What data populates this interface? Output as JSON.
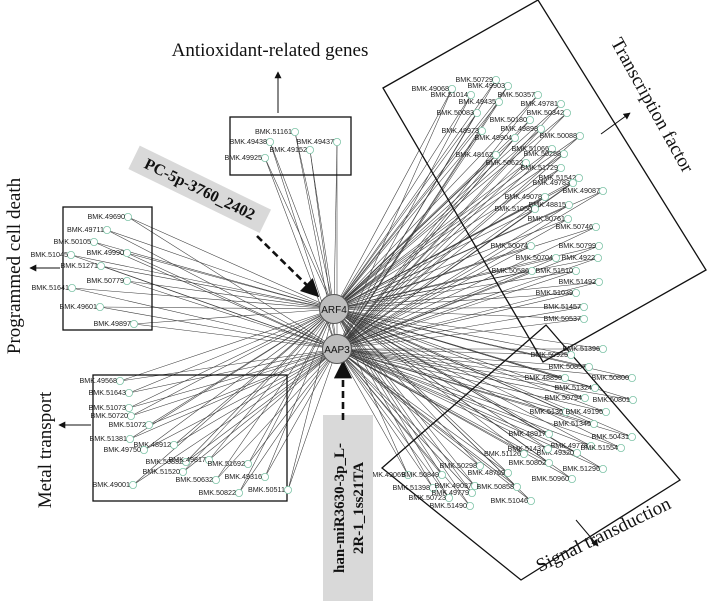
{
  "hubs": {
    "arf4": "ARF4",
    "aap3": "AAP3"
  },
  "mirnas": {
    "pc": "PC-5p-3760_2402",
    "han_line1": "han-miR3630-3p_L-",
    "han_line2": "2R-1_1ss21TA"
  },
  "groups": {
    "antioxidant": {
      "title": "Antioxidant-related genes",
      "genes": [
        "BMK.51161",
        "BMK.49438",
        "BMK.49437",
        "BMK.49152",
        "BMK.49925"
      ]
    },
    "programmed": {
      "title": "Programmed cell death",
      "genes": [
        "BMK.49690",
        "BMK.49711",
        "BMK.50105",
        "BMK.49990",
        "BMK.51045",
        "BMK.51271",
        "BMK.50779",
        "BMK.51641",
        "BMK.49601",
        "BMK.49897"
      ]
    },
    "metal": {
      "title": "Metal transport",
      "genes": [
        "BMK.49568",
        "BMK.51643",
        "BMK.51073",
        "BMK.50720",
        "BMK.51072",
        "BMK.51381",
        "BMK.48912",
        "BMK.49750",
        "BMK.50832",
        "BMK.49817",
        "BMK.51520",
        "BMK.51692",
        "BMK.50632",
        "BMK.49001",
        "BMK.49316",
        "BMK.50822",
        "BMK.50511"
      ]
    },
    "transcription": {
      "title": "Transcription factor",
      "genes": [
        "BMK.50729",
        "BMK.49903",
        "BMK.49068",
        "BMK.51014",
        "BMK.50357",
        "BMK.49435",
        "BMK.50083",
        "BMK.49781",
        "BMK.50180",
        "BMK.50342",
        "BMK.48973",
        "BMK.49898",
        "BMK.49904",
        "BMK.50088",
        "BMK.48162",
        "BMK.51066",
        "BMK.50258",
        "BMK.50622",
        "BMK.51729",
        "BMK.51542",
        "BMK.49783",
        "BMK.49087",
        "BMK.49078",
        "BMK.48815",
        "BMK.51050",
        "BMK.50761",
        "BMK.50746",
        "BMK.50074",
        "BMK.50799",
        "BMK.50704",
        "BMK.4922",
        "BMK.50586",
        "BMK.51510",
        "BMK.51492",
        "BMK.51039",
        "BMK.51457",
        "BMK.50537"
      ]
    },
    "signal": {
      "title": "Signal transduction",
      "genes": [
        "BMK.51396",
        "BMK.50925",
        "BMK.50857",
        "BMK.48890",
        "BMK.50800",
        "BMK.51324",
        "BMK.50794",
        "BMK.50801",
        "BMK.5136",
        "BMK.49196",
        "BMK.51345",
        "BMK.48917",
        "BMK.50431",
        "BMK.49778",
        "BMK.51554",
        "BMK.49320",
        "BMK.51437",
        "BMK.51126",
        "BMK.50802",
        "BMK.49069",
        "BMK.50849",
        "BMK.50298",
        "BMK.48769",
        "BMK.50960",
        "BMK.51296",
        "BMK.51398",
        "BMK.49037",
        "BMK.50858",
        "BMK.49779",
        "BMK.50723",
        "BMK.51046",
        "BMK.51490"
      ]
    }
  }
}
